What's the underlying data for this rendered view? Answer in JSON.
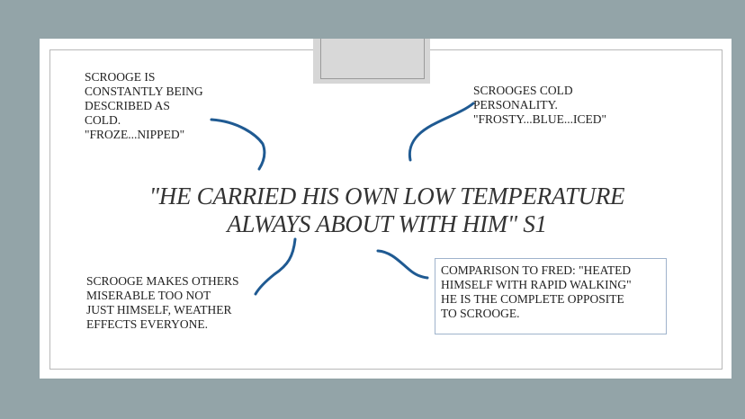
{
  "quote": "\"HE CARRIED HIS OWN LOW TEMPERATURE ALWAYS ABOUT WITH HIM\" S1",
  "notes": {
    "top_left": "SCROOGE IS\nCONSTANTLY BEING\nDESCRIBED AS\nCOLD.\n\"FROZE...NIPPED\"",
    "top_right": "SCROOGES COLD\nPERSONALITY.\n \"FROSTY...BLUE...ICED\"",
    "bottom_left": "SCROOGE MAKES OTHERS\nMISERABLE TOO NOT\nJUST HIMSELF, WEATHER\nEFFECTS EVERYONE.",
    "bottom_right": "COMPARISON TO FRED: \"HEATED\nHIMSELF WITH RAPID WALKING\"\nHE IS THE COMPLETE OPPOSITE\nTO SCROOGE."
  },
  "colors": {
    "ink": "#1f5a92",
    "background": "#93a4a8"
  }
}
